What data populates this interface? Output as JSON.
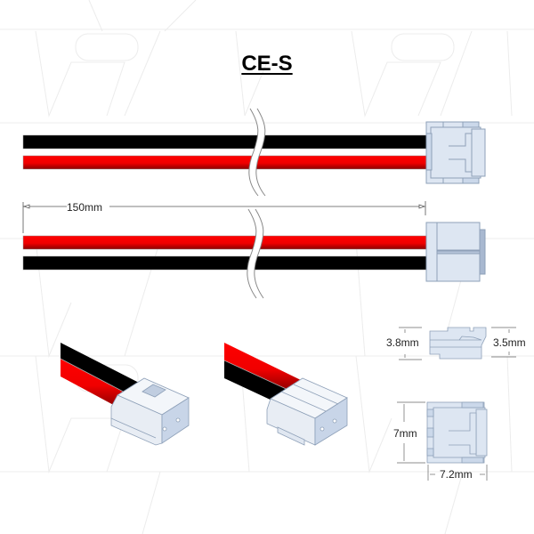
{
  "diagram": {
    "title": "CE-S",
    "description": "Connector cable drawing: two-wire (red/black) lead with CE-S connector",
    "wire_colors": {
      "positive": "#ff0000",
      "negative": "#000000"
    },
    "connector_color": "#dde6f2",
    "connector_outline": "#8ea0b8",
    "dimensions": {
      "length": "150mm",
      "height_left": "3.8mm",
      "height_right": "3.5mm",
      "width": "7mm",
      "depth": "7.2mm"
    },
    "views": [
      {
        "name": "top-view",
        "wires": [
          "black",
          "red"
        ]
      },
      {
        "name": "side-view",
        "wires": [
          "red",
          "black"
        ]
      },
      {
        "name": "isometric-view-1"
      },
      {
        "name": "isometric-view-2"
      },
      {
        "name": "profile-view"
      },
      {
        "name": "front-view"
      }
    ]
  }
}
